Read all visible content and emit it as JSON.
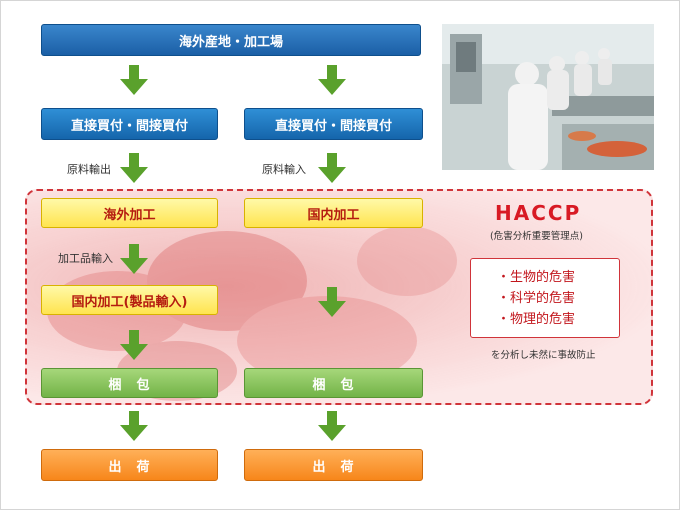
{
  "top": {
    "label": "海外産地・加工場"
  },
  "purchase": {
    "left": "直接買付・間接買付",
    "right": "直接買付・間接買付"
  },
  "flow_labels": {
    "raw_export": "原料輸出",
    "raw_import": "原料輸入",
    "processed_import": "加工品輸入"
  },
  "process": {
    "overseas": "海外加工",
    "domestic": "国内加工",
    "domestic_product_import": "国内加工(製品輸入)"
  },
  "packing": {
    "left": "梱　包",
    "right": "梱　包"
  },
  "shipping": {
    "left": "出　荷",
    "right": "出　荷"
  },
  "haccp": {
    "title": "HACCP",
    "subtitle": "(危害分析重要管理点)",
    "hazards": [
      "・生物的危害",
      "・科学的危害",
      "・物理的危害"
    ],
    "footer": "を分析し未然に事故防止"
  },
  "colors": {
    "arrow": "#5aa12c",
    "dashed_border": "#d0343a",
    "haccp_title": "#d81a24"
  },
  "icons": {
    "arrow": "down-arrow-icon"
  }
}
